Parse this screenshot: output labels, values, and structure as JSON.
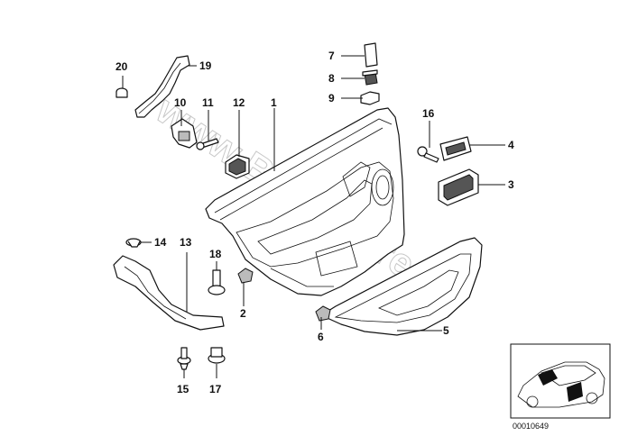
{
  "watermark": "www.BMWstore.pl",
  "document_number": "00010649",
  "callouts": [
    {
      "id": "c1",
      "label": "1"
    },
    {
      "id": "c2",
      "label": "2"
    },
    {
      "id": "c3",
      "label": "3"
    },
    {
      "id": "c4",
      "label": "4"
    },
    {
      "id": "c5",
      "label": "5"
    },
    {
      "id": "c6",
      "label": "6"
    },
    {
      "id": "c7",
      "label": "7"
    },
    {
      "id": "c8",
      "label": "8"
    },
    {
      "id": "c9",
      "label": "9"
    },
    {
      "id": "c10",
      "label": "10"
    },
    {
      "id": "c11",
      "label": "11"
    },
    {
      "id": "c12",
      "label": "12"
    },
    {
      "id": "c13",
      "label": "13"
    },
    {
      "id": "c14",
      "label": "14"
    },
    {
      "id": "c15",
      "label": "15"
    },
    {
      "id": "c16",
      "label": "16"
    },
    {
      "id": "c17",
      "label": "17"
    },
    {
      "id": "c18",
      "label": "18"
    },
    {
      "id": "c19",
      "label": "19"
    },
    {
      "id": "c20",
      "label": "20"
    }
  ]
}
